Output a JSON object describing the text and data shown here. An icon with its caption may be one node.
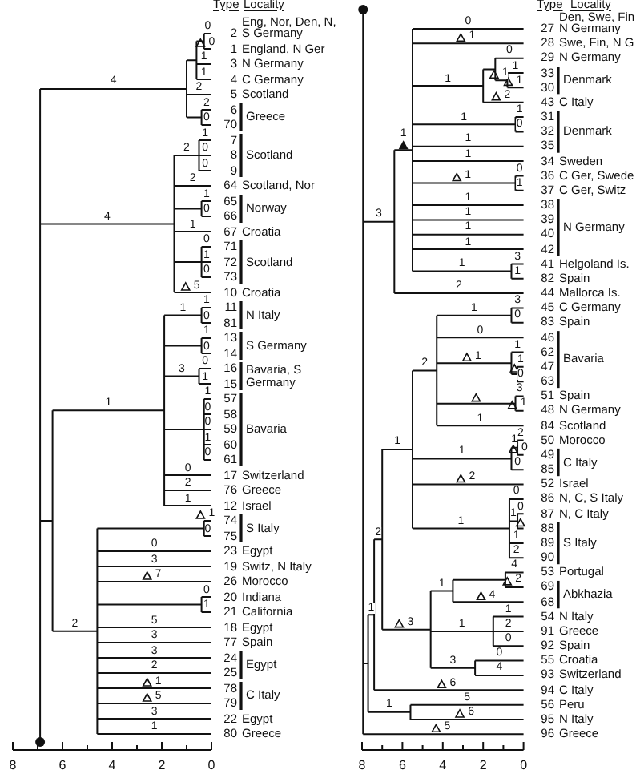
{
  "diagram": {
    "labels": [
      "Type",
      "Locality",
      "2",
      "1",
      "3",
      "4",
      "5",
      "6",
      "70",
      "7",
      "8",
      "9",
      "64",
      "65",
      "66",
      "67",
      "71",
      "72",
      "73",
      "10",
      "11",
      "81",
      "13",
      "14",
      "16",
      "15",
      "57",
      "58",
      "59",
      "60",
      "61",
      "17",
      "76",
      "12",
      "74",
      "75",
      "23",
      "19",
      "26",
      "20",
      "21",
      "18",
      "77",
      "24",
      "25",
      "78",
      "79",
      "22",
      "80",
      "Eng, Nor, Den, N, S Germany",
      "England, N Ger",
      "N Germany",
      "C Germany",
      "Scotland",
      "Greece",
      "Scotland",
      "Scotland, Nor",
      "Norway",
      "Croatia",
      "Scotland",
      "Croatia",
      "N Italy",
      "S Germany",
      "Bavaria, S Germany",
      "Bavaria",
      "Switzerland",
      "Greece",
      "Israel",
      "S Italy",
      "Egypt",
      "Switz, N Italy",
      "Morocco",
      "Indiana",
      "California",
      "Egypt",
      "Spain",
      "Egypt",
      "C Italy",
      "Egypt",
      "Greece",
      "0",
      "0",
      "1",
      "1",
      "2",
      "2",
      "0",
      "4",
      "1",
      "0",
      "0",
      "2",
      "2",
      "1",
      "0",
      "1",
      "0",
      "1",
      "0",
      "5",
      "4",
      "1",
      "0",
      "1",
      "1",
      "0",
      "0",
      "1",
      "3",
      "1",
      "0",
      "0",
      "1",
      "0",
      "0",
      "2",
      "1",
      "1",
      "1",
      "0",
      "0",
      "3",
      "7",
      "0",
      "1",
      "5",
      "3",
      "3",
      "2",
      "1",
      "5",
      "3",
      "1",
      "2",
      "8",
      "6",
      "4",
      "2",
      "0",
      "Type",
      "Locality",
      "27",
      "28",
      "29",
      "33",
      "30",
      "43",
      "31",
      "32",
      "35",
      "34",
      "36",
      "37",
      "38",
      "39",
      "40",
      "42",
      "41",
      "82",
      "44",
      "45",
      "83",
      "46",
      "62",
      "47",
      "63",
      "51",
      "48",
      "84",
      "50",
      "49",
      "85",
      "52",
      "86",
      "87",
      "88",
      "89",
      "90",
      "53",
      "69",
      "68",
      "54",
      "91",
      "92",
      "55",
      "93",
      "94",
      "56",
      "95",
      "96",
      "Den, Swe, Fin N Germany",
      "Swe, Fin, N G",
      "N Germany",
      "Denmark",
      "C Italy",
      "Denmark",
      "Sweden",
      "C Ger, Swede",
      "C Ger, Switz",
      "N Germany",
      "Helgoland Is.",
      "Spain",
      "Mallorca Is.",
      "C Germany",
      "Spain",
      "Bavaria",
      "Spain",
      "N Germany",
      "Scotland",
      "Morocco",
      "C Italy",
      "Israel",
      "N, C, S Italy",
      "N, C Italy",
      "S Italy",
      "Portugal",
      "Abkhazia",
      "N Italy",
      "Greece",
      "Spain",
      "Croatia",
      "Switzerland",
      "C Italy",
      "Peru",
      "N Italy",
      "Greece",
      "0",
      "1",
      "0",
      "1",
      "1",
      "1",
      "2",
      "1",
      "1",
      "0",
      "1",
      "1",
      "1",
      "0",
      "1",
      "1",
      "1",
      "1",
      "1",
      "1",
      "3",
      "1",
      "1",
      "1",
      "2",
      "3",
      "3",
      "0",
      "1",
      "0",
      "1",
      "1",
      "0",
      "1",
      "3",
      "1",
      "1",
      "2",
      "2",
      "0",
      "1",
      "0",
      "1",
      "2",
      "0",
      "0",
      "1",
      "1",
      "2",
      "1",
      "1",
      "4",
      "2",
      "4",
      "1",
      "1",
      "2",
      "0",
      "1",
      "0",
      "4",
      "3",
      "3",
      "2",
      "6",
      "1",
      "5",
      "6",
      "1",
      "5",
      "8",
      "6",
      "4",
      "2",
      "0"
    ]
  }
}
